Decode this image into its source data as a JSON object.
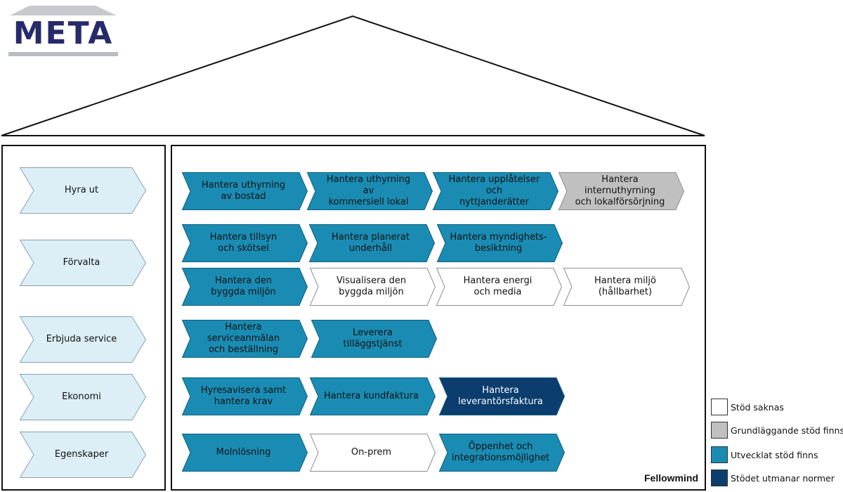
{
  "logo": {
    "text": "META"
  },
  "colors": {
    "none": "#ffffff",
    "basic": "#c0c0c0",
    "developed": "#1a8cb4",
    "challenges": "#0b3d6e",
    "category_fill": "#dceef6",
    "category_stroke": "#8aa2b0"
  },
  "categories": [
    {
      "label": "Hyra ut"
    },
    {
      "label": "Förvalta"
    },
    {
      "label": "Erbjuda service"
    },
    {
      "label": "Ekonomi"
    },
    {
      "label": "Egenskaper"
    }
  ],
  "processes": [
    [
      {
        "label": "Hantera uthyrning\nav bostad",
        "status": "developed"
      },
      {
        "label": "Hantera uthyrning av\nkommersiell lokal",
        "status": "developed"
      },
      {
        "label": "Hantera upplåtelser och\nnyttjanderätter",
        "status": "developed"
      },
      {
        "label": "Hantera internuthyrning\noch lokalförsörjning",
        "status": "basic"
      }
    ],
    [
      {
        "label": "Hantera tillsyn\noch skötsel",
        "status": "developed"
      },
      {
        "label": "Hantera planerat\nunderhåll",
        "status": "developed"
      },
      {
        "label": "Hantera myndighets-\nbesiktning",
        "status": "developed"
      }
    ],
    [
      {
        "label": "Hantera den\nbyggda miljön",
        "status": "developed"
      },
      {
        "label": "Visualisera den\nbyggda miljön",
        "status": "none"
      },
      {
        "label": "Hantera energi\noch media",
        "status": "none"
      },
      {
        "label": "Hantera miljö\n(hållbarhet)",
        "status": "none"
      }
    ],
    [
      {
        "label": "Hantera serviceanmälan\noch beställning",
        "status": "developed"
      },
      {
        "label": "Leverera\ntilläggstjänst",
        "status": "developed"
      }
    ],
    [
      {
        "label": "Hyresavisera samt\nhantera krav",
        "status": "developed"
      },
      {
        "label": "Hantera kundfaktura",
        "status": "developed"
      },
      {
        "label": "Hantera\nleverantörsfaktura",
        "status": "challenges"
      }
    ],
    [
      {
        "label": "Molnlösning",
        "status": "developed"
      },
      {
        "label": "On-prem",
        "status": "none"
      },
      {
        "label": "Öppenhet och\nintegrationsmöjlighet",
        "status": "developed"
      }
    ]
  ],
  "brand": "Fellowmind",
  "legend": [
    {
      "label": "Stöd saknas",
      "status": "none"
    },
    {
      "label": "Grundläggande stöd finns",
      "status": "basic"
    },
    {
      "label": "Utvecklat stöd finns",
      "status": "developed"
    },
    {
      "label": "Stödet utmanar normer",
      "status": "challenges"
    }
  ]
}
